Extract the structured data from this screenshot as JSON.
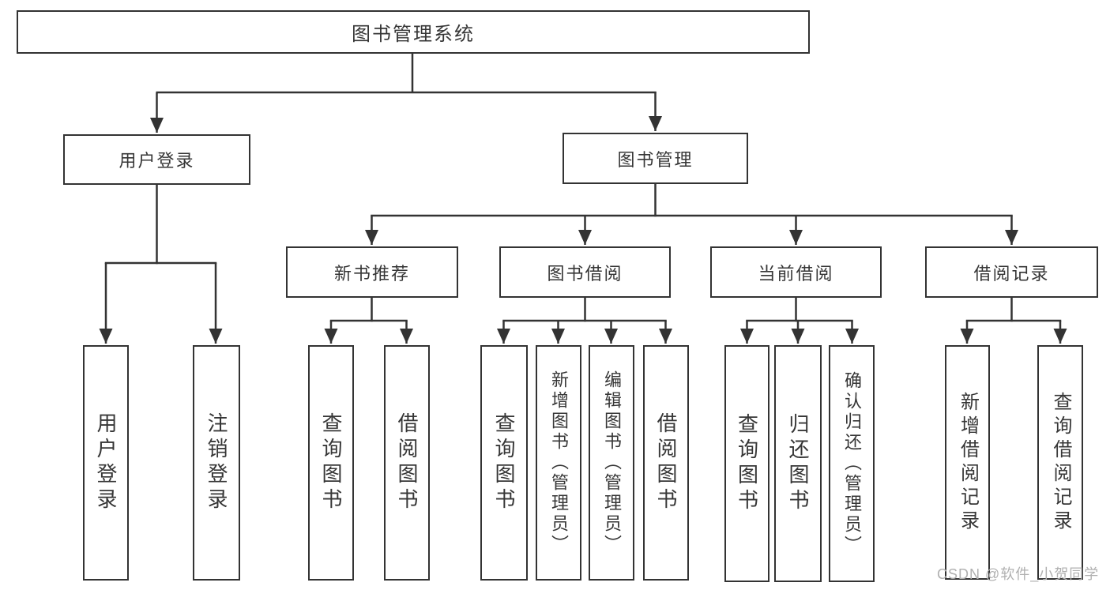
{
  "palette": {
    "line": "#333333",
    "text": "#363636",
    "background": "#ffffff",
    "watermark_color": "#b0b0b0"
  },
  "tree": {
    "root": {
      "label": "图书管理系统"
    },
    "branches": [
      {
        "label": "用户登录",
        "children": [
          {
            "label": "用户登录"
          },
          {
            "label": "注销登录"
          }
        ]
      },
      {
        "label": "图书管理",
        "children": [
          {
            "label": "新书推荐",
            "children": [
              {
                "label": "查询图书"
              },
              {
                "label": "借阅图书"
              }
            ]
          },
          {
            "label": "图书借阅",
            "children": [
              {
                "label": "查询图书"
              },
              {
                "label": "新增图书（管理员）"
              },
              {
                "label": "编辑图书（管理员）"
              },
              {
                "label": "借阅图书"
              }
            ]
          },
          {
            "label": "当前借阅",
            "children": [
              {
                "label": "查询图书"
              },
              {
                "label": "归还图书"
              },
              {
                "label": "确认归还（管理员）"
              }
            ]
          },
          {
            "label": "借阅记录",
            "children": [
              {
                "label": "新增借阅记录"
              },
              {
                "label": "查询借阅记录"
              }
            ]
          }
        ]
      }
    ]
  },
  "watermark": {
    "text": "CSDN @软件_小贺同学"
  }
}
